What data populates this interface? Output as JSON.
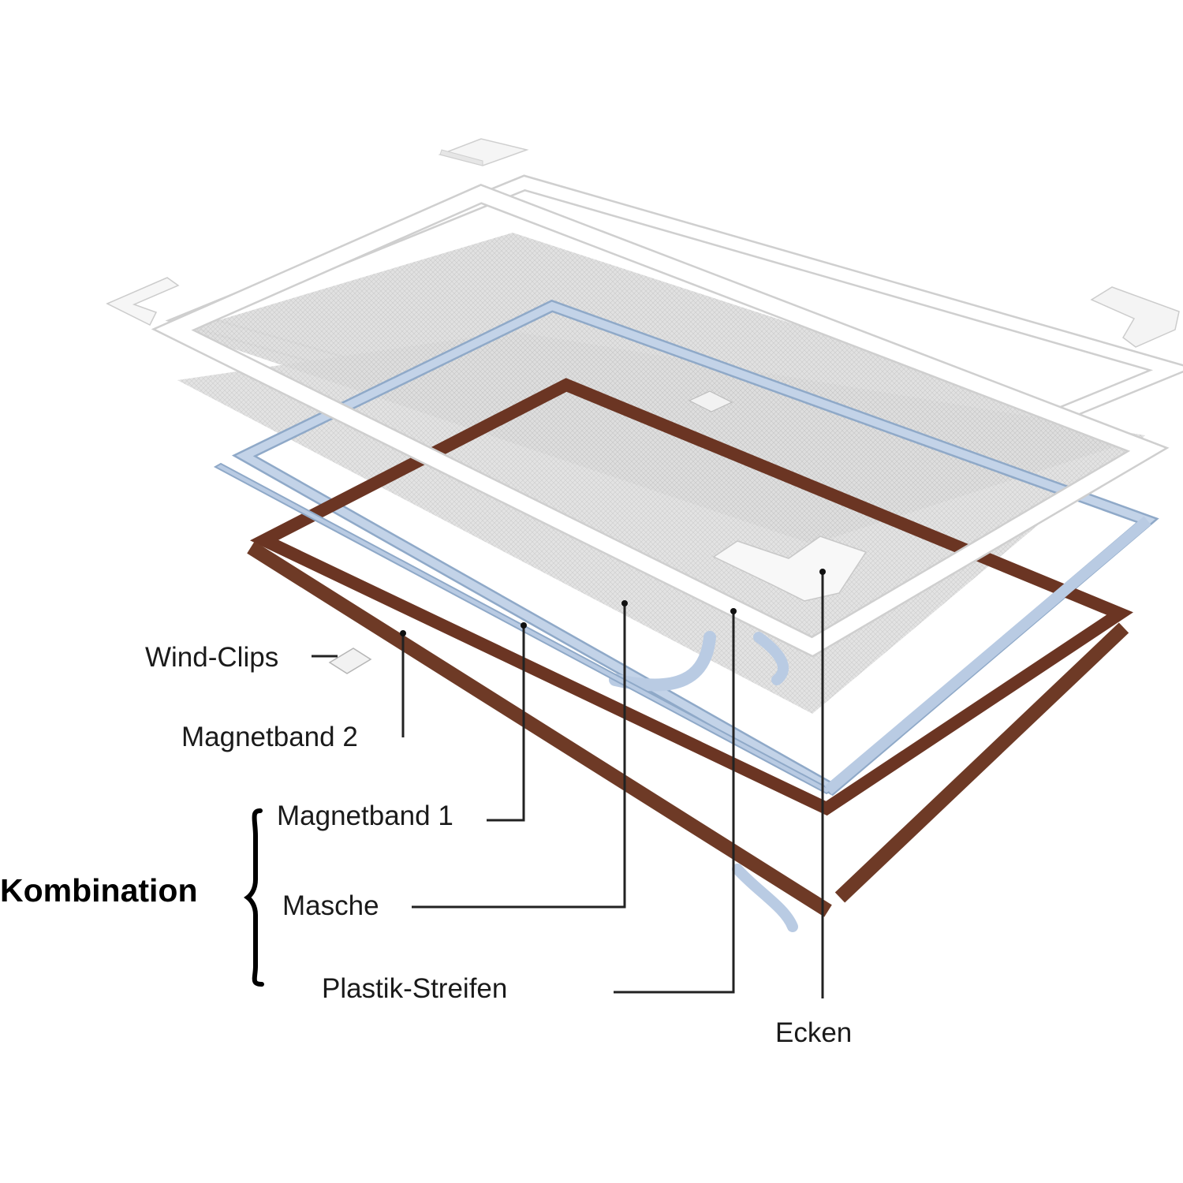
{
  "labels": {
    "wind_clips": "Wind-Clips",
    "magnetband_2": "Magnetband 2",
    "magnetband_1": "Magnetband 1",
    "masche": "Masche",
    "plastik_streifen": "Plastik-Streifen",
    "ecken": "Ecken"
  },
  "group": {
    "label": "Kombination"
  },
  "colors": {
    "frame_white": "#ffffff",
    "frame_edge": "#c9c9c9",
    "mesh": "#dcdcdc",
    "magnet_blue": "#b7c9e2",
    "magnet_brown": "#6e3a26",
    "leader": "#222222"
  }
}
